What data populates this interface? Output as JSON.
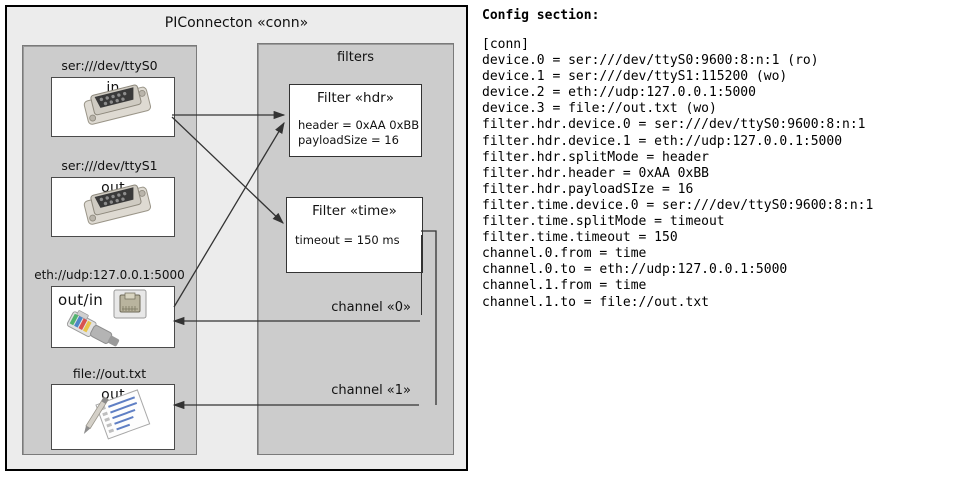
{
  "diagram": {
    "title": "PIConnecton «conn»",
    "devices_group": {
      "items": [
        {
          "label": "ser:///dev/ttyS0",
          "direction": "in",
          "icon": "serial-db9-icon"
        },
        {
          "label": "ser:///dev/ttyS1",
          "direction": "out",
          "icon": "serial-db9-icon"
        },
        {
          "label": "eth://udp:127.0.0.1:5000",
          "direction": "out/in",
          "icon": "ethernet-jack-icon"
        },
        {
          "label": "file://out.txt",
          "direction": "out",
          "icon": "text-file-pen-icon"
        }
      ]
    },
    "filters_group": {
      "title": "filters",
      "filters": [
        {
          "name": "Filter «hdr»",
          "attrs": [
            "header = 0xAA 0xBB",
            "payloadSize = 16"
          ]
        },
        {
          "name": "Filter «time»",
          "attrs": [
            "timeout = 150 ms"
          ]
        }
      ],
      "channels": [
        {
          "label": "channel «0»"
        },
        {
          "label": "channel «1»"
        }
      ]
    }
  },
  "config": {
    "heading": "Config section:",
    "lines": "[conn]\ndevice.0 = ser:///dev/ttyS0:9600:8:n:1 (ro)\ndevice.1 = ser:///dev/ttyS1:115200 (wo)\ndevice.2 = eth://udp:127.0.0.1:5000\ndevice.3 = file://out.txt (wo)\nfilter.hdr.device.0 = ser:///dev/ttyS0:9600:8:n:1\nfilter.hdr.device.1 = eth://udp:127.0.0.1:5000\nfilter.hdr.splitMode = header\nfilter.hdr.header = 0xAA 0xBB\nfilter.hdr.payloadSIze = 16\nfilter.time.device.0 = ser:///dev/ttyS0:9600:8:n:1\nfilter.time.splitMode = timeout\nfilter.time.timeout = 150\nchannel.0.from = time\nchannel.0.to = eth://udp:127.0.0.1:5000\nchannel.1.from = time\nchannel.1.to = file://out.txt"
  },
  "colors": {
    "page_background": "#ffffff",
    "diagram_background": "#ececec",
    "group_background": "#cccccc",
    "box_background": "#ffffff",
    "outline": "#000000",
    "wire": "#333333"
  }
}
